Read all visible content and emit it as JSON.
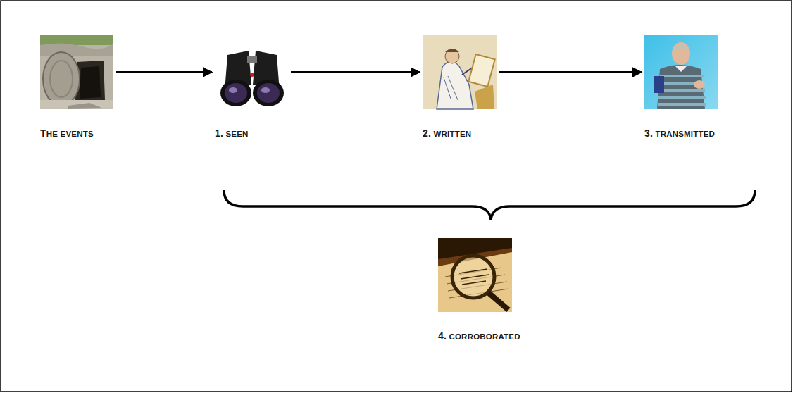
{
  "diagram": {
    "nodes": [
      {
        "text": [
          "THE EVENTS"
        ]
      },
      {
        "text": [
          "1. SEEN"
        ]
      },
      {
        "text": [
          "2. WRITTEN"
        ]
      },
      {
        "text": [
          "3. TRANSMITTED"
        ]
      },
      {
        "text": [
          "4. CORROBORATED"
        ]
      }
    ],
    "edges": [
      {
        "from": 0,
        "to": 1,
        "arrow": "to"
      },
      {
        "from": 1,
        "to": 2,
        "arrow": "to"
      },
      {
        "from": 2,
        "to": 3,
        "arrow": "to"
      }
    ]
  }
}
